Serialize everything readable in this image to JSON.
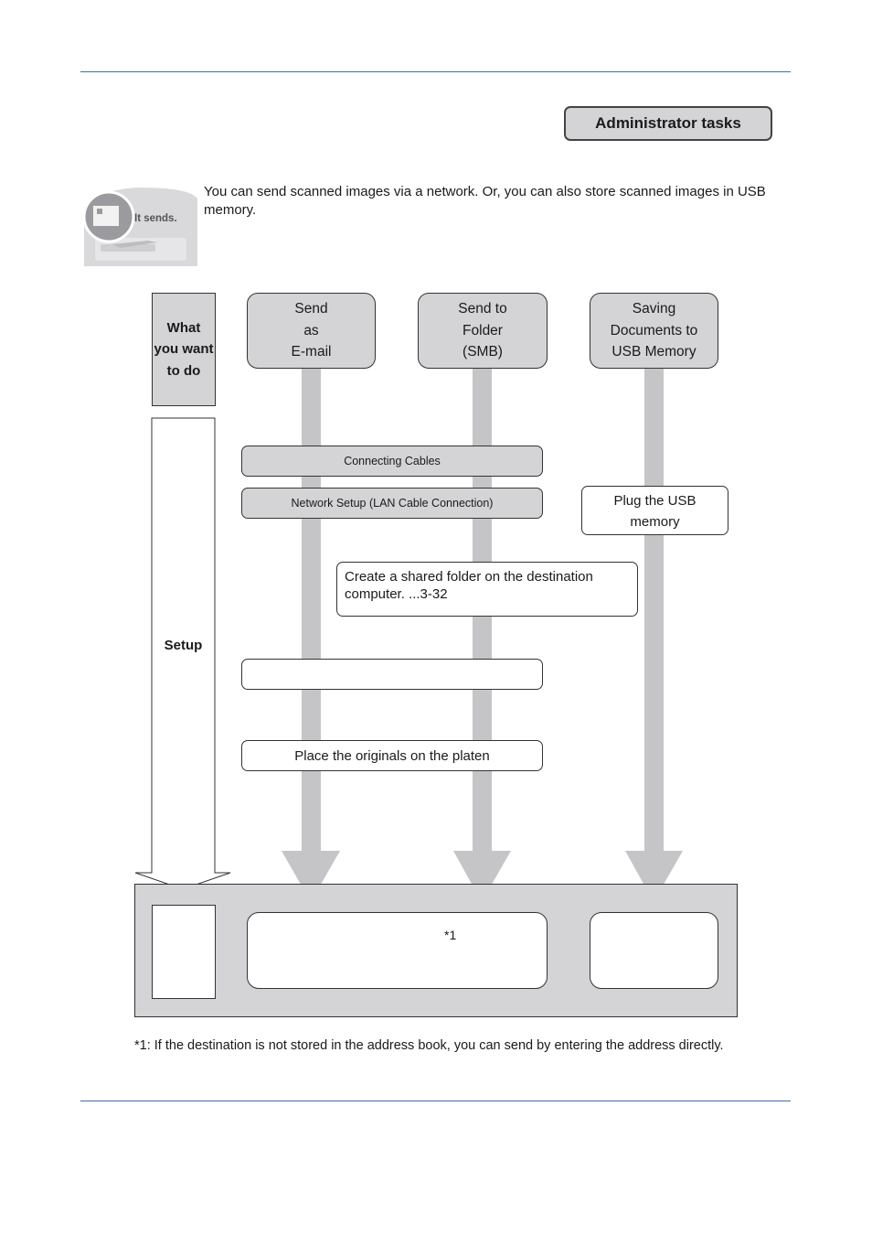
{
  "header": {
    "badge_label": "Administrator tasks"
  },
  "intro": {
    "icon_caption": "It sends.",
    "text": "You can send scanned images via a network. Or, you can also store scanned images in USB memory."
  },
  "flow": {
    "row_label_top": [
      "What",
      "you want",
      "to do"
    ],
    "row_label_setup": "Setup",
    "columns": [
      {
        "lines": [
          "Send",
          "as",
          "E-mail"
        ]
      },
      {
        "lines": [
          "Send to",
          "Folder",
          "(SMB)"
        ]
      },
      {
        "lines": [
          "Saving",
          "Documents to",
          "USB Memory"
        ]
      }
    ],
    "steps": {
      "connecting_cables": "Connecting Cables",
      "network_setup": "Network Setup (LAN Cable Connection)",
      "plug_usb": [
        "Plug the USB",
        "memory"
      ],
      "shared_folder": [
        "Create a shared folder on the destination",
        "computer. ...3-32"
      ],
      "blank_step": "",
      "place_originals": "Place the originals on the platen"
    },
    "result": {
      "send_box_mark": "*1"
    }
  },
  "footnote": "*1: If the destination is not stored in the address book, you can send by entering the address directly."
}
